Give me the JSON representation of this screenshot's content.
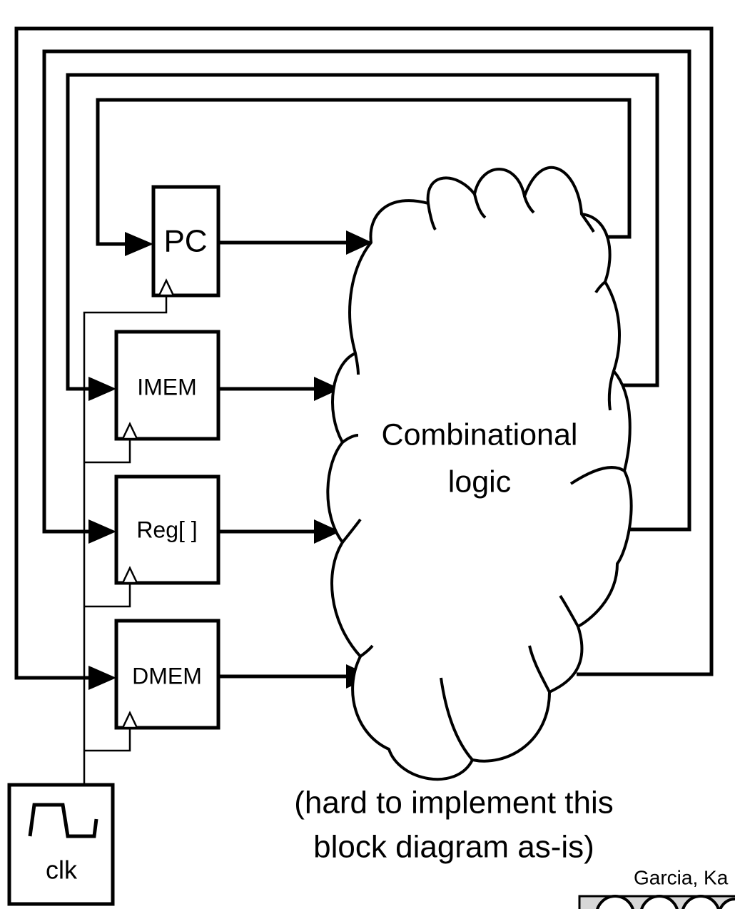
{
  "diagram": {
    "registers": {
      "pc": "PC",
      "imem": "IMEM",
      "reg": "Reg[ ]",
      "dmem": "DMEM"
    },
    "clock_label": "clk",
    "cloud_label_line1": "Combinational",
    "cloud_label_line2": "logic",
    "caption_line1": "(hard to implement this",
    "caption_line2": "block diagram as-is)",
    "credit": "Garcia, Ka"
  }
}
